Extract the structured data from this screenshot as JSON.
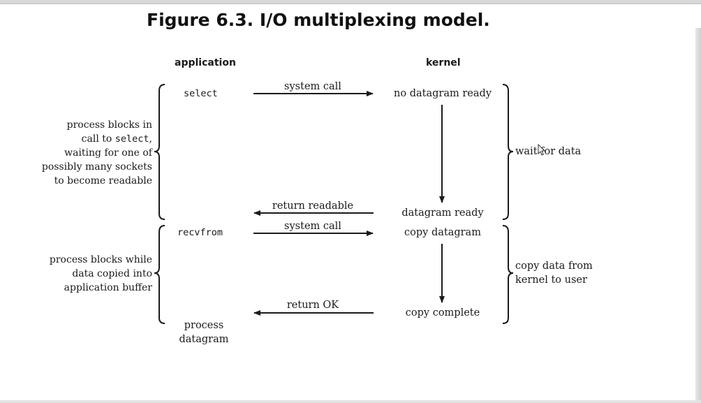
{
  "title": "Figure 6.3. I/O multiplexing model.",
  "headers": {
    "application": "application",
    "kernel": "kernel"
  },
  "app": {
    "select": "select",
    "recvfrom": "recvfrom",
    "process_line1": "process",
    "process_line2": "datagram"
  },
  "kernel": {
    "no_datagram_ready": "no datagram ready",
    "datagram_ready": "datagram ready",
    "copy_datagram": "copy datagram",
    "copy_complete": "copy complete"
  },
  "arrows": {
    "system_call_1": "system call",
    "return_readable": "return readable",
    "system_call_2": "system call",
    "return_ok": "return OK"
  },
  "left_notes": {
    "block1": {
      "line1": "process blocks in",
      "line2_pre": "call to ",
      "line2_code": "select",
      "line2_post": ",",
      "line3": "waiting for one of",
      "line4": "possibly many sockets",
      "line5": "to become readable"
    },
    "block2": {
      "line1": "process blocks while",
      "line2": "data copied into",
      "line3": "application buffer"
    }
  },
  "right_notes": {
    "wait_for_data": "wait for data",
    "copy_line1": "copy data from",
    "copy_line2": "kernel to user"
  },
  "colors": {
    "ink": "#1a1a1a",
    "background": "#ffffff"
  }
}
